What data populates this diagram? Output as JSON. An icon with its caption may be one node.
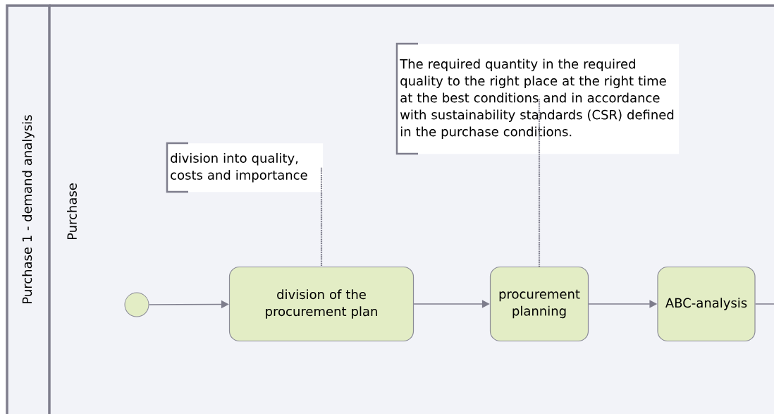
{
  "diagram": {
    "nodes": [
      {
        "text": [
          "Purchase 1 - demand analysis"
        ]
      },
      {
        "text": [
          "Purchase"
        ]
      },
      {
        "text": [
          "division into quality, costs and importance"
        ]
      },
      {
        "text": [
          "The required quantity in the required quality to the right place at the right time at the best conditions and in accordance with sustainability standards (CSR) defined in the purchase conditions."
        ]
      },
      {
        "text": [],
        "shape": "circle"
      },
      {
        "text": [
          "division of the procurement plan"
        ]
      },
      {
        "text": [
          "procurement planning"
        ]
      },
      {
        "text": [
          "ABC-analysis"
        ]
      }
    ],
    "edges": [
      {
        "from": 4,
        "to": 5,
        "arrow": "to"
      },
      {
        "from": 5,
        "to": 6,
        "arrow": "to"
      },
      {
        "from": 6,
        "to": 7,
        "arrow": "to"
      },
      {
        "from": 7,
        "to": null,
        "arrow": "none"
      },
      {
        "from": 2,
        "to": 5,
        "arrow": "none",
        "style": "dashed"
      },
      {
        "from": 3,
        "to": 6,
        "arrow": "none",
        "style": "dashed"
      }
    ]
  }
}
